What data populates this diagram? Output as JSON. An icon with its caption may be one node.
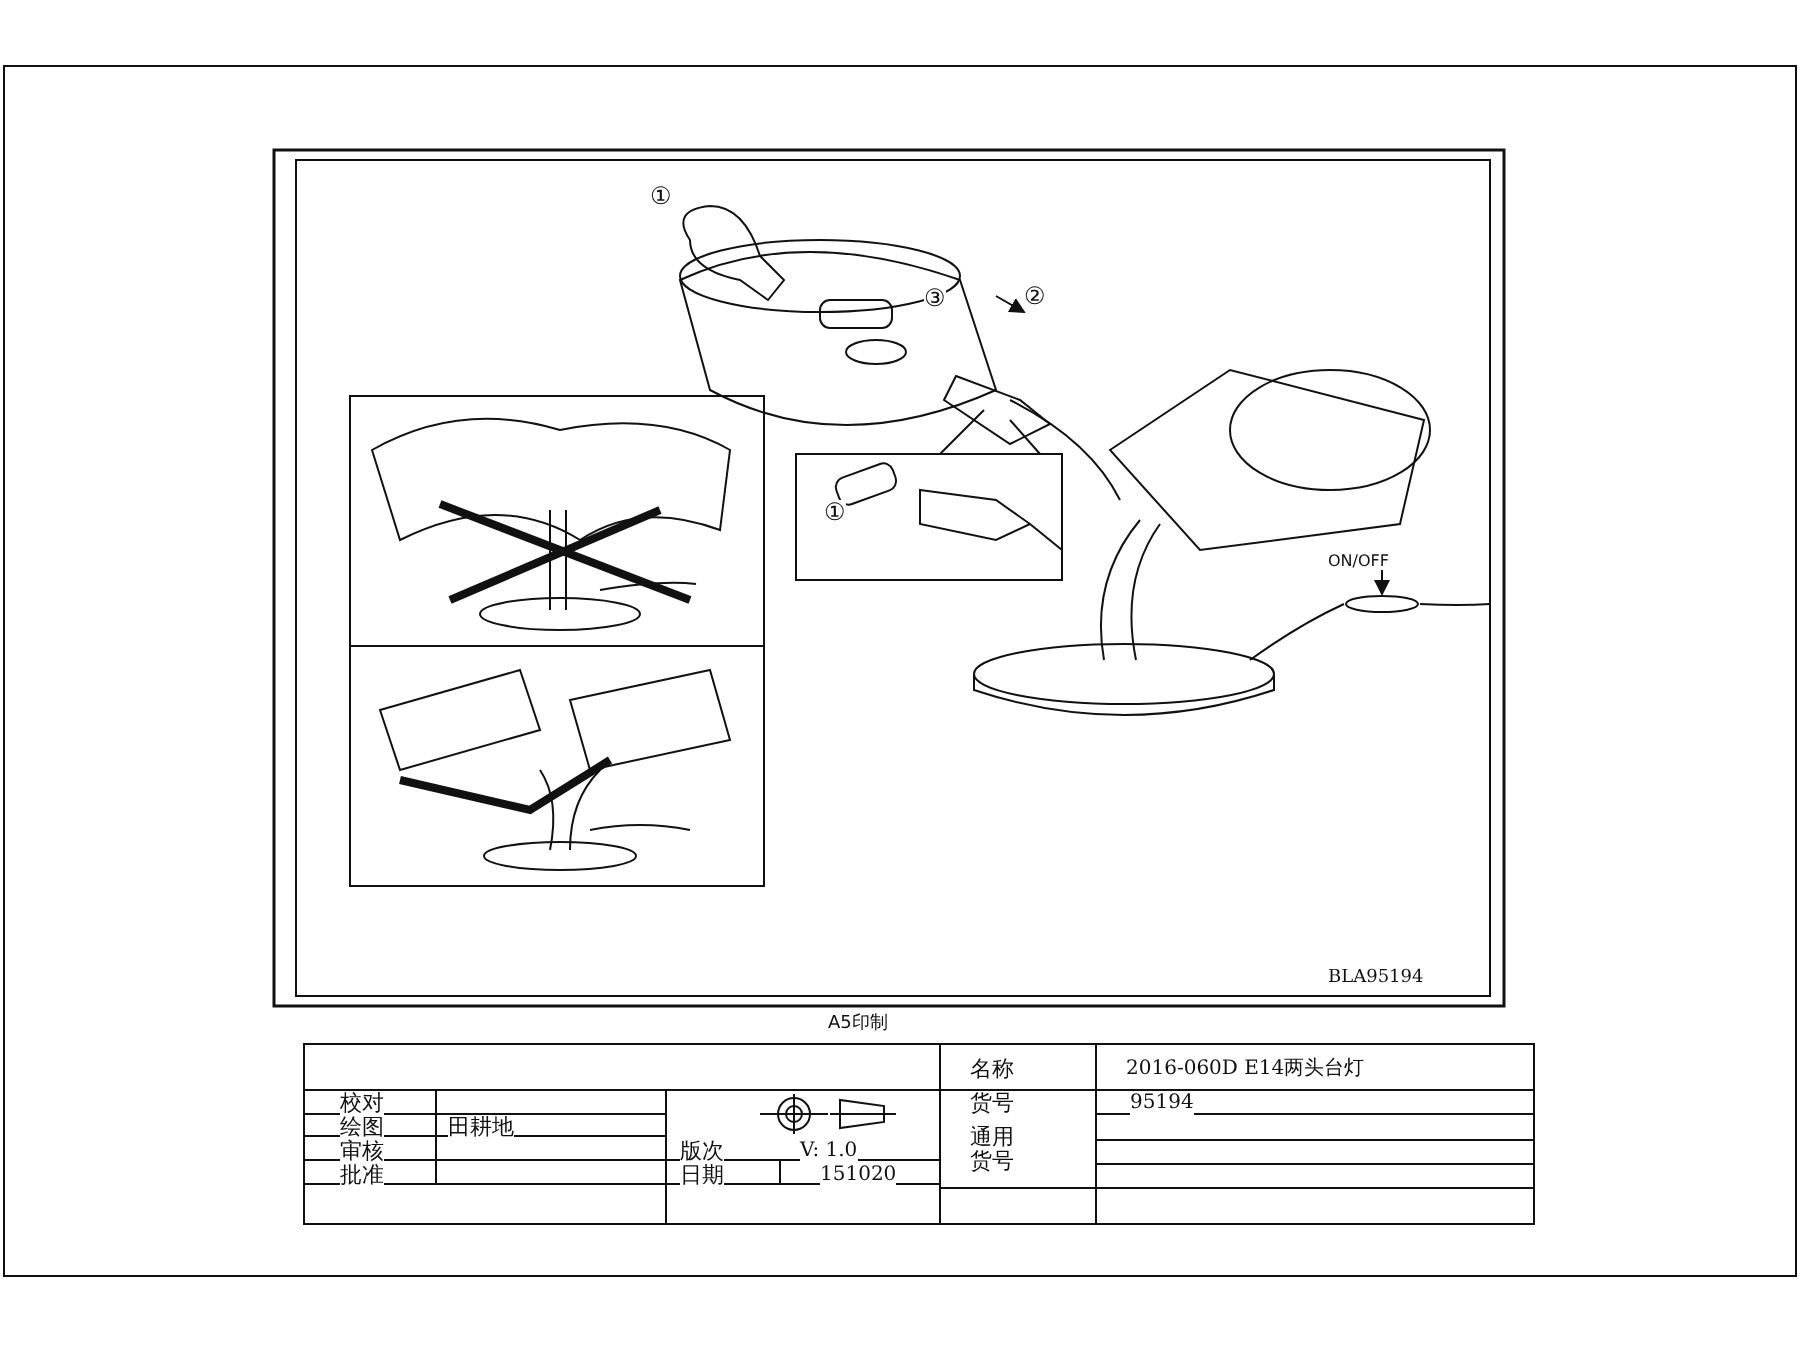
{
  "diagram": {
    "nodes": [
      {
        "text": [
          "ON/OFF"
        ]
      },
      {
        "text": [],
        "shape": "circle"
      }
    ],
    "edges": [
      {
        "from": 0,
        "to": 1,
        "arrow": "to"
      }
    ],
    "labels": [
      "①",
      "③",
      "②",
      "①",
      "BLA95194",
      "A5印制",
      "名称",
      "2016-060D E14两头台灯",
      "校对",
      "货号",
      "95194",
      "绘图",
      "田耕地",
      "审核",
      "版次",
      "V: 1.0",
      "通用货号",
      "批准",
      "日期",
      "151020"
    ]
  }
}
